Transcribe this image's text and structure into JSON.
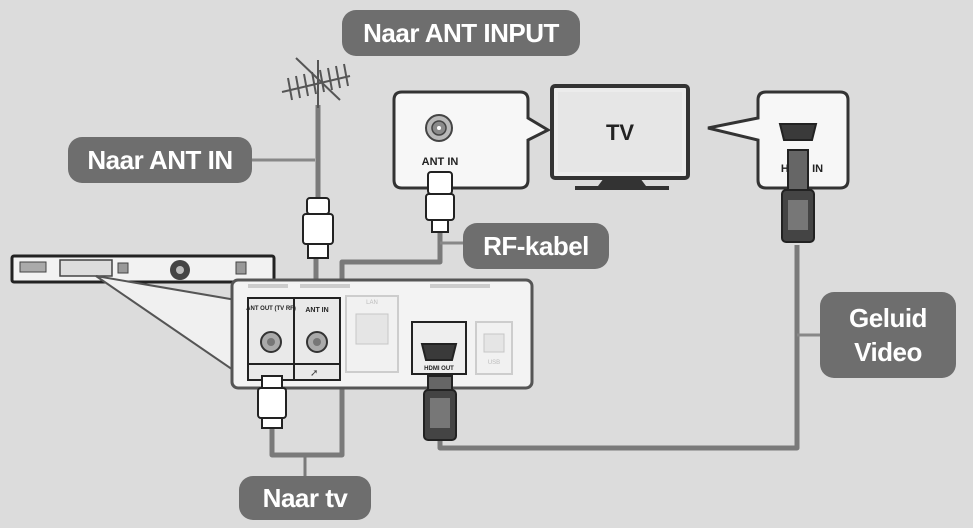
{
  "labels": {
    "ant_input": "Naar ANT INPUT",
    "ant_in": "Naar ANT IN",
    "rf_cable": "RF-kabel",
    "audio_video_line1": "Geluid",
    "audio_video_line2": "Video",
    "to_tv": "Naar tv"
  },
  "devices": {
    "tv_label": "TV",
    "tv_ant_port": "ANT IN",
    "tv_hdmi_port": "HDMI IN",
    "recorder_port_ant_out": "ANT OUT (TV RF)",
    "recorder_port_ant_in": "ANT IN",
    "recorder_port_lan": "LAN",
    "recorder_port_hdmi": "HDMI OUT",
    "recorder_port_usb": "USB"
  },
  "colors": {
    "background": "#dcdcdc",
    "label_pill": "#6e6e6e",
    "cable": "#7a7a7a"
  }
}
